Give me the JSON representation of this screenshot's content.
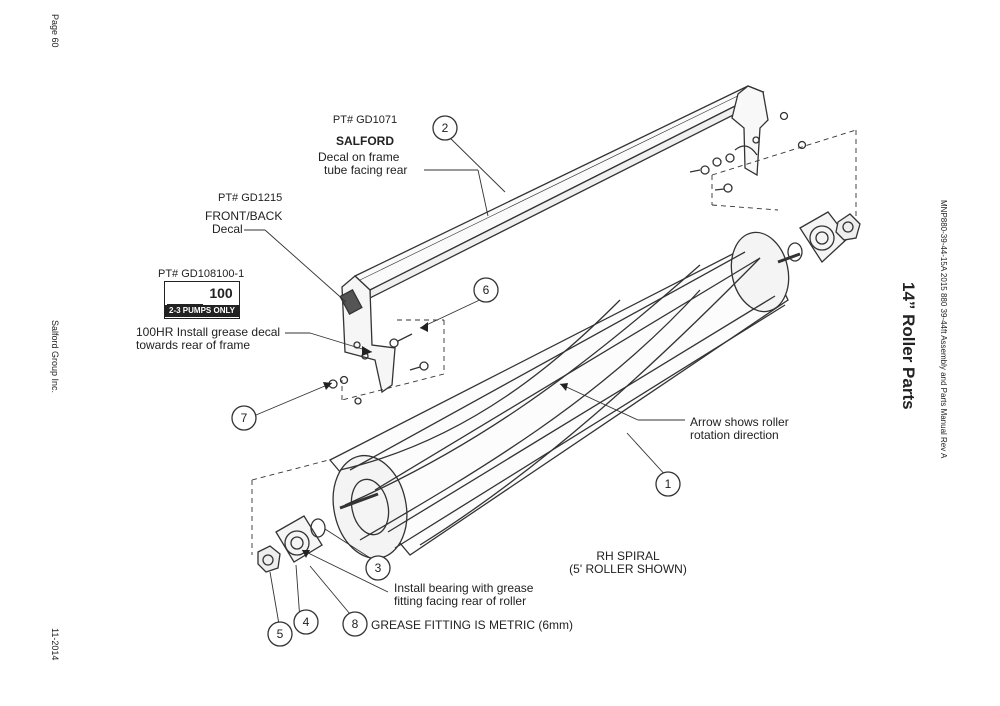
{
  "margin": {
    "page": "Page 60",
    "company": "Salford Group Inc.",
    "date": "11-2014",
    "manual": "MNP880-39-44-15A 2015 880 39-44ft Assembly and Parts Manual  Rev A"
  },
  "title": "14” Roller Parts",
  "callouts": {
    "pt_gd1071": "PT# GD1071",
    "salford": "SALFORD",
    "decal_frame": "Decal on frame",
    "tube_rear": "tube facing rear",
    "pt_gd1215": "PT# GD1215",
    "front_back": "FRONT/BACK",
    "decal": "Decal",
    "pt_gd108100": "PT# GD108100-1",
    "grease_decal_1": "100HR Install grease decal",
    "grease_decal_2": "towards rear of frame",
    "arrow_1": "Arrow shows roller",
    "arrow_2": "rotation direction",
    "spiral_1": "RH SPIRAL",
    "spiral_2": "(5' ROLLER SHOWN)",
    "bearing_1": "Install bearing with grease",
    "bearing_2": "fitting facing rear of roller",
    "metric": "GREASE FITTING IS METRIC (6mm)"
  },
  "decal_image": {
    "hours": "100",
    "pumps": "2-3 PUMPS ONLY"
  },
  "item_numbers": [
    "1",
    "2",
    "3",
    "4",
    "5",
    "6",
    "7",
    "8"
  ]
}
